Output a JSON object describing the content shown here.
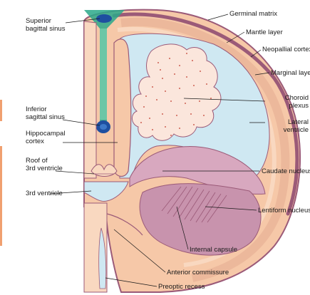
{
  "figure": {
    "title": "",
    "colors": {
      "tissue": "#f6c8a8",
      "tissue_light": "#f9d8c0",
      "mantle": "#ecb89b",
      "outline": "#9b5a78",
      "ventricle": "#cfe8f2",
      "choroid": "#fbe6dc",
      "choroid_dot": "#c0392b",
      "sinus": "#2aa88a",
      "sinus_dark": "#1e4fa0",
      "basal": "#d8a8bf",
      "basal_dark": "#c893ad",
      "edge_strip": "#f0a070"
    },
    "labels": {
      "superior_sagittal_sinus": "Superior\nbagittal sinus",
      "inferior_sagittal_sinus": "Inferior\nsagittal sinus",
      "hippocampal_cortex": "Hippocampal\ncortex",
      "roof_3rd_ventricle": "Roof of\n3rd ventricle",
      "third_ventricle": "3rd ventricle",
      "germinal_matrix": "Germinal matrix",
      "mantle_layer": "Mantle layer",
      "neopallial_cortex": "Neopallial cortex",
      "marginal_layer": "Marginal layer",
      "choroid_plexus": "Choroid\nplexus",
      "lateral_ventricle": "Lateral\nventricle",
      "caudate_nucleus": "Caudate nucleus",
      "lentiform_nucleus": "Lentiform nucleus",
      "internal_capsule": "Internal capsule",
      "anterior_commissure": "Anterior commissure",
      "preoptic_recess": "Preoptic recess"
    }
  }
}
